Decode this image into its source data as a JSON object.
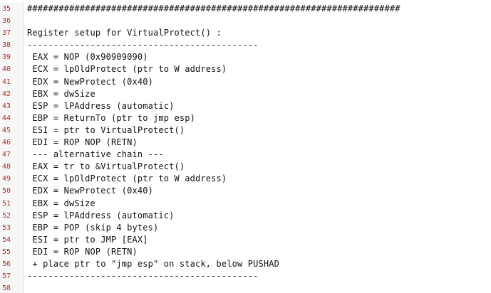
{
  "lines": [
    {
      "num": "35",
      "text": "#######################################################################"
    },
    {
      "num": "36",
      "text": ""
    },
    {
      "num": "37",
      "text": "Register setup for VirtualProtect() :"
    },
    {
      "num": "38",
      "text": "--------------------------------------------"
    },
    {
      "num": "39",
      "text": " EAX = NOP (0x90909090)"
    },
    {
      "num": "40",
      "text": " ECX = lpOldProtect (ptr to W address)"
    },
    {
      "num": "41",
      "text": " EDX = NewProtect (0x40)"
    },
    {
      "num": "42",
      "text": " EBX = dwSize"
    },
    {
      "num": "43",
      "text": " ESP = lPAddress (automatic)"
    },
    {
      "num": "44",
      "text": " EBP = ReturnTo (ptr to jmp esp)"
    },
    {
      "num": "45",
      "text": " ESI = ptr to VirtualProtect()"
    },
    {
      "num": "46",
      "text": " EDI = ROP NOP (RETN)"
    },
    {
      "num": "47",
      "text": " --- alternative chain ---"
    },
    {
      "num": "48",
      "text": " EAX = tr to &VirtualProtect()"
    },
    {
      "num": "49",
      "text": " ECX = lpOldProtect (ptr to W address)"
    },
    {
      "num": "50",
      "text": " EDX = NewProtect (0x40)"
    },
    {
      "num": "51",
      "text": " EBX = dwSize"
    },
    {
      "num": "52",
      "text": " ESP = lPAddress (automatic)"
    },
    {
      "num": "53",
      "text": " EBP = POP (skip 4 bytes)"
    },
    {
      "num": "54",
      "text": " ESI = ptr to JMP [EAX]"
    },
    {
      "num": "55",
      "text": " EDI = ROP NOP (RETN)"
    },
    {
      "num": "56",
      "text": " + place ptr to \"jmp esp\" on stack, below PUSHAD"
    },
    {
      "num": "57",
      "text": "--------------------------------------------"
    },
    {
      "num": "58",
      "text": ""
    }
  ]
}
